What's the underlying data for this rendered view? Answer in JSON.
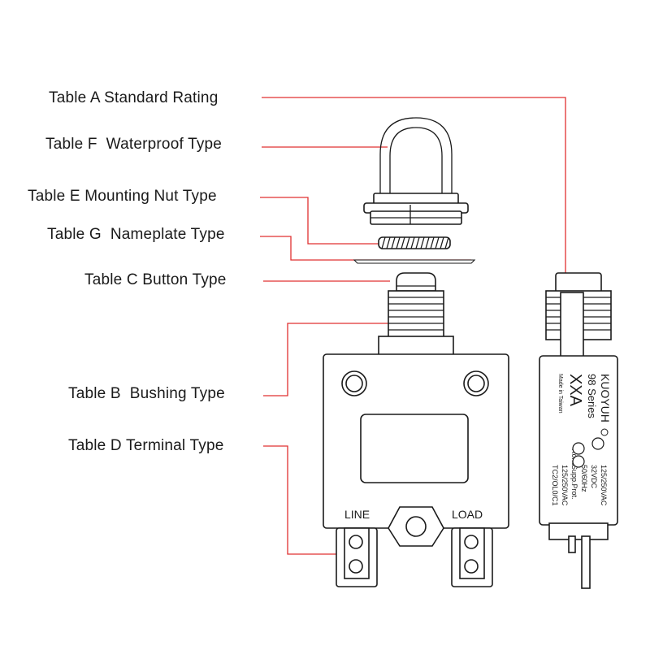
{
  "labels": {
    "table_a": "Table A Standard Rating",
    "table_f": "Table F  Waterproof Type",
    "table_e": "Table E Mounting Nut Type",
    "table_g": "Table G  Nameplate Type",
    "table_c": "Table C Button Type",
    "table_b": "Table B  Bushing Type",
    "table_d": "Table D Terminal Type"
  },
  "terminals": {
    "line": "LINE",
    "load": "LOAD"
  },
  "side_label": {
    "brand": "KUOYUH",
    "series": "98 Series",
    "rating": "XXA",
    "made_in": "Made in Taiwan",
    "ratings": [
      "125/250VAC",
      "32VDC",
      "50/60Hz"
    ],
    "rohs": "Rohs",
    "supp": "Supp.Prot.",
    "vac": "125/250VAC",
    "tc": "TC2/OL0/C1"
  },
  "colors": {
    "leader": "#e03030",
    "ink": "#1a1a1a"
  }
}
